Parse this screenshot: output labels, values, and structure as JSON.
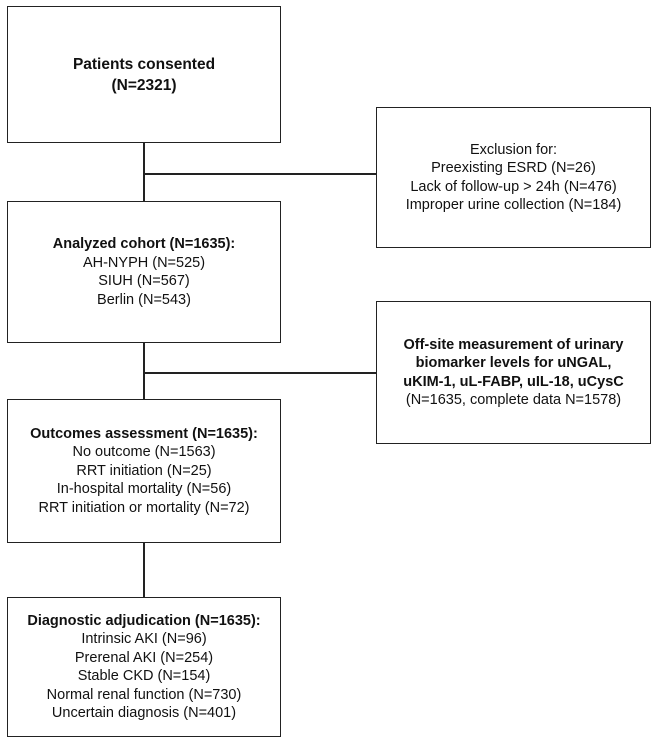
{
  "boxes": {
    "consented": {
      "title": "Patients consented",
      "count": "(N=2321)"
    },
    "exclusion": {
      "title": "Exclusion for:",
      "items": [
        "Preexisting ESRD (N=26)",
        "Lack of follow-up > 24h (N=476)",
        "Improper urine collection (N=184)"
      ]
    },
    "cohort": {
      "title": "Analyzed cohort (N=1635):",
      "items": [
        "AH-NYPH (N=525)",
        "SIUH (N=567)",
        "Berlin (N=543)"
      ]
    },
    "offsite": {
      "title_lines": [
        "Off-site measurement of urinary",
        "biomarker levels for uNGAL,",
        "uKIM-1, uL-FABP, uIL-18, uCysC"
      ],
      "note": "(N=1635, complete data N=1578)"
    },
    "outcomes": {
      "title": "Outcomes assessment (N=1635):",
      "items": [
        "No outcome (N=1563)",
        "RRT initiation (N=25)",
        "In-hospital mortality (N=56)",
        "RRT initiation or mortality (N=72)"
      ]
    },
    "adjudication": {
      "title": "Diagnostic adjudication (N=1635):",
      "items": [
        "Intrinsic AKI (N=96)",
        "Prerenal AKI (N=254)",
        "Stable CKD (N=154)",
        "Normal renal function (N=730)",
        "Uncertain diagnosis (N=401)"
      ]
    }
  }
}
